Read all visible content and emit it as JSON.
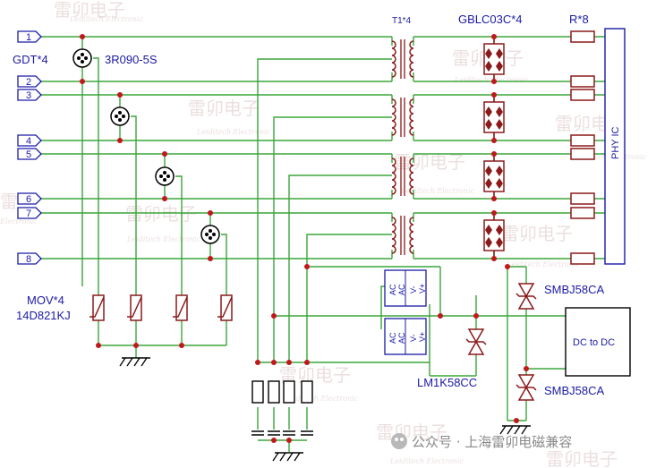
{
  "colors": {
    "wire": "#3aa63a",
    "node": "#c0181c",
    "component": "#8b1a1a",
    "label": "#1a1aa6",
    "black": "#000000"
  },
  "labels": {
    "gdt": "GDT*4",
    "gdt_part": "3R090-5S",
    "transformer": "T1*4",
    "tvs_array": "GBLC03C*4",
    "resistor": "R*8",
    "phy": "PHY IC",
    "mov": "MOV*4",
    "mov_part": "14D821KJ",
    "smbj_top": "SMBJ58CA",
    "smbj_bottom": "SMBJ58CA",
    "lm1k": "LM1K58CC",
    "dcdc": "DC to DC",
    "bridge_vplus": "V+",
    "bridge_vminus": "V-",
    "bridge_ac": "AC",
    "footer": "公众号 · 上海雷卯电磁兼容"
  },
  "ports": [
    "1",
    "2",
    "3",
    "4",
    "5",
    "6",
    "7",
    "8"
  ],
  "watermarks": {
    "cn": "雷卯电子",
    "en": "Leiditech Electronic"
  }
}
